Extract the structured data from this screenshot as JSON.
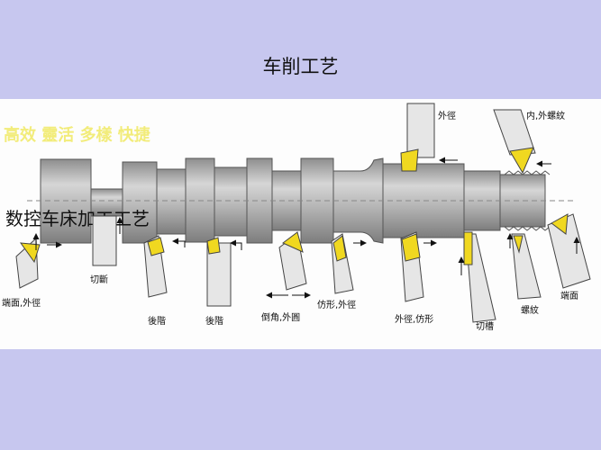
{
  "slide": {
    "title": "车削工艺",
    "banner": "高效  靈活  多樣  快捷",
    "overlay_caption": "数控车床加工工艺"
  },
  "labels": {
    "facing_od": "端面,外徑",
    "parting": "切斷",
    "back_step_1": "後階",
    "back_step_2": "後階",
    "chamfer_od": "倒角,外圓",
    "profiling_od": "仿形,外徑",
    "od_profiling": "外徑,仿形",
    "grooving": "切槽",
    "threading": "螺紋",
    "facing": "端面",
    "outer_diameter": "外徑",
    "inner_outer_thread": "内,外螺紋"
  },
  "colors": {
    "background": "#c7c7ef",
    "panel": "#fdfdfd",
    "workpiece": "#a3a3a3",
    "insert_yellow": "#f0d820",
    "banner_yellow": "#f2ec7a"
  }
}
